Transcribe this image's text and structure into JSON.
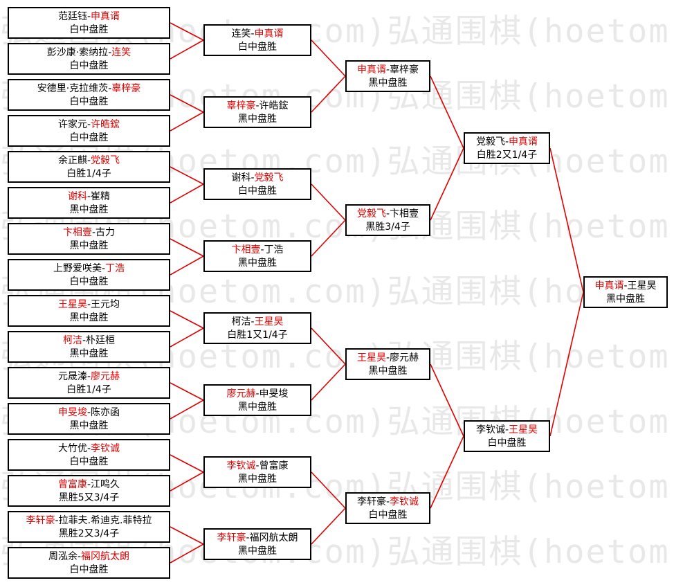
{
  "watermark": "弘通围棋(hoetom.com)弘通围棋(hoetom.com)弘通围棋(ho",
  "colors": {
    "winner": "#e00000",
    "line": "#e00000",
    "text": "#000000",
    "watermark": "#d2d2d2"
  },
  "round1": [
    {
      "p1": "范廷钰",
      "p2": "申真谞",
      "winner": 2,
      "result": "白中盘胜"
    },
    {
      "p1": "彭沙康·索纳拉",
      "p2": "连笑",
      "winner": 2,
      "result": "白中盘胜"
    },
    {
      "p1": "安德里·克拉维茨",
      "p2": "辜梓豪",
      "winner": 2,
      "result": "白中盘胜"
    },
    {
      "p1": "许家元",
      "p2": "许皓鋐",
      "winner": 2,
      "result": "白中盘胜"
    },
    {
      "p1": "余正麒",
      "p2": "党毅飞",
      "winner": 2,
      "result": "白胜1/4子"
    },
    {
      "p1": "谢科",
      "p2": "崔精",
      "winner": 1,
      "result": "黑中盘胜"
    },
    {
      "p1": "卞相壹",
      "p2": "古力",
      "winner": 1,
      "result": "黑中盘胜"
    },
    {
      "p1": "上野爱咲美",
      "p2": "丁浩",
      "winner": 2,
      "result": "白中盘胜"
    },
    {
      "p1": "王星昊",
      "p2": "王元均",
      "winner": 1,
      "result": "黑中盘胜"
    },
    {
      "p1": "柯洁",
      "p2": "朴廷桓",
      "winner": 1,
      "result": "黑中盘胜"
    },
    {
      "p1": "元晟溱",
      "p2": "廖元赫",
      "winner": 2,
      "result": "白胜1/4子"
    },
    {
      "p1": "申旻埈",
      "p2": "陈亦函",
      "winner": 1,
      "result": "黑中盘胜"
    },
    {
      "p1": "大竹优",
      "p2": "李钦诚",
      "winner": 2,
      "result": "白中盘胜"
    },
    {
      "p1": "曾富康",
      "p2": "江鸣久",
      "winner": 1,
      "result": "黑胜5又3/4子"
    },
    {
      "p1": "李轩豪",
      "p2": "拉菲夫.希迪克.菲特拉",
      "winner": 1,
      "result": "黑胜2又3/4子"
    },
    {
      "p1": "周泓余",
      "p2": "福冈航太朗",
      "winner": 2,
      "result": "白中盘胜"
    }
  ],
  "round2": [
    {
      "p1": "连笑",
      "p2": "申真谞",
      "winner": 2,
      "result": "白中盘胜"
    },
    {
      "p1": "辜梓豪",
      "p2": "许皓鋐",
      "winner": 1,
      "result": "黑中盘胜"
    },
    {
      "p1": "谢科",
      "p2": "党毅飞",
      "winner": 2,
      "result": "白中盘胜"
    },
    {
      "p1": "卞相壹",
      "p2": "丁浩",
      "winner": 1,
      "result": "黑中盘胜"
    },
    {
      "p1": "柯洁",
      "p2": "王星昊",
      "winner": 2,
      "result": "白胜1又1/4子"
    },
    {
      "p1": "廖元赫",
      "p2": "申旻埈",
      "winner": 1,
      "result": "黑中盘胜"
    },
    {
      "p1": "李钦诚",
      "p2": "曾富康",
      "winner": 1,
      "result": "黑中盘胜"
    },
    {
      "p1": "李轩豪",
      "p2": "福冈航太朗",
      "winner": 1,
      "result": "黑中盘胜"
    }
  ],
  "round3": [
    {
      "p1": "申真谞",
      "p2": "辜梓豪",
      "winner": 1,
      "result": "黑中盘胜"
    },
    {
      "p1": "党毅飞",
      "p2": "卞相壹",
      "winner": 1,
      "result": "黑胜3/4子"
    },
    {
      "p1": "王星昊",
      "p2": "廖元赫",
      "winner": 1,
      "result": "黑中盘胜"
    },
    {
      "p1": "李轩豪",
      "p2": "李钦诚",
      "winner": 2,
      "result": "白中盘胜"
    }
  ],
  "round4": [
    {
      "p1": "党毅飞",
      "p2": "申真谞",
      "winner": 2,
      "result": "白胜2又1/4子"
    },
    {
      "p1": "李钦诚",
      "p2": "王星昊",
      "winner": 2,
      "result": "白中盘胜"
    }
  ],
  "final": [
    {
      "p1": "申真谞",
      "p2": "王星昊",
      "winner": 1,
      "result": "黑中盘胜"
    }
  ]
}
